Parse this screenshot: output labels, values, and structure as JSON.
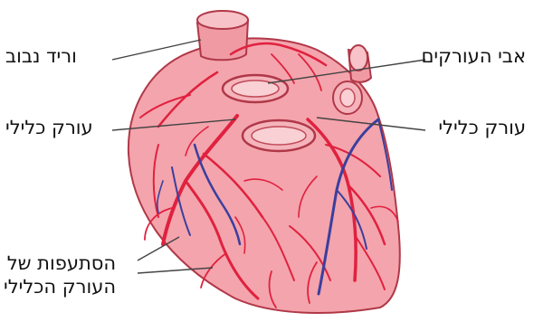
{
  "labels": {
    "vena_cava": "וריד נבוב",
    "aorta": "אבי העורקים",
    "coronary_left": "עורק כלילי",
    "coronary_right": "עורק כלילי",
    "branches_line1": "הסתעפות של",
    "branches_line2": "העורק הכלילי"
  },
  "colors": {
    "heart_fill": "#f4a4ac",
    "vessel_red": "#e0213f",
    "vein_blue": "#3a3f9e",
    "outline": "#b03848",
    "leader_line": "#444444"
  }
}
